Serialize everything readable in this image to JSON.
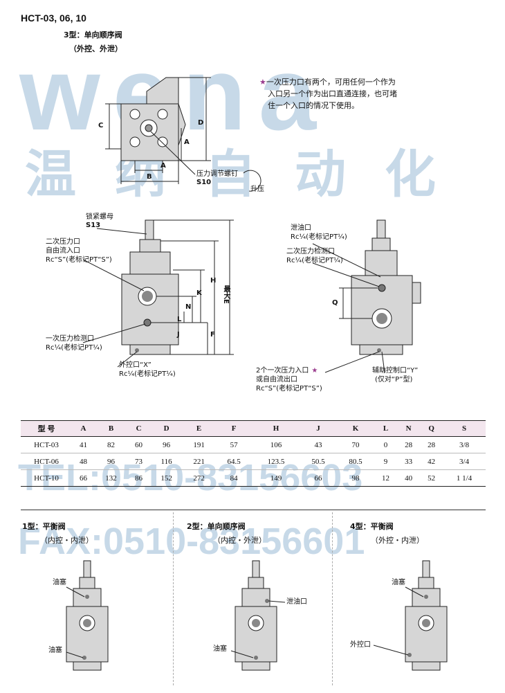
{
  "header": {
    "model": "HCT-03, 06, 10",
    "type_title": "3型：单向顺序阀",
    "type_sub": "（外控、外泄）"
  },
  "note": {
    "star": "★",
    "line1": "一次压力口有两个，可用任何一个作为",
    "line2": "入口另一个作为出口直通连接，也可堵",
    "line3": "住一个入口的情况下使用。"
  },
  "top_view": {
    "dim_a": "A",
    "dim_b": "B",
    "dim_c": "C",
    "dim_d": "D",
    "screw_label": "压力调节螺钉",
    "screw_size": "S10",
    "raise": "升压"
  },
  "side_view": {
    "locknut": "锁紧螺母",
    "locknut_size": "S13",
    "port2_1": "二次压力口",
    "port2_2": "自由流入口",
    "port2_3": "Rc“S”(老标记PT“S”)",
    "gauge1_1": "一次压力检测口",
    "gauge1_2": "Rc¼(老标记PT¼)",
    "ext_1": "外控口“X”",
    "ext_2": "Rc¼(老标记PT¼)",
    "dim_h": "H",
    "dim_k": "K",
    "dim_e": "最大E",
    "dim_l": "L",
    "dim_n": "N",
    "dim_j": "J",
    "dim_f": "F"
  },
  "front_view": {
    "drain_1": "泄油口",
    "drain_2": "Rc¼(老标记PT¼)",
    "gauge2_1": "二次压力检测口",
    "gauge2_2": "Rc¼(老标记PT¼)",
    "dim_q": "Q",
    "inlet_1": "2个一次压力入口",
    "inlet_star": "★",
    "inlet_2": "或自由流出口",
    "inlet_3": "Rc“S”(老标记PT“S”)",
    "aux_1": "辅助控制口“Y”",
    "aux_2": "(仅对“P”型)"
  },
  "table": {
    "headers": [
      "型 号",
      "A",
      "B",
      "C",
      "D",
      "E",
      "F",
      "H",
      "J",
      "K",
      "L",
      "N",
      "Q",
      "S"
    ],
    "rows": [
      [
        "HCT-03",
        "41",
        "82",
        "60",
        "96",
        "191",
        "57",
        "106",
        "43",
        "70",
        "0",
        "28",
        "28",
        "3/8"
      ],
      [
        "HCT-06",
        "48",
        "96",
        "73",
        "116",
        "221",
        "64.5",
        "123.5",
        "50.5",
        "80.5",
        "9",
        "33",
        "42",
        "3/4"
      ],
      [
        "HCT-10",
        "66",
        "132",
        "86",
        "152",
        "272",
        "84",
        "149",
        "66",
        "98",
        "12",
        "40",
        "52",
        "1 1/4"
      ]
    ]
  },
  "bottom": [
    {
      "title": "1型：平衡阀",
      "sub": "（内控・内泄）",
      "label_a": "油塞",
      "label_b": "油塞"
    },
    {
      "title": "2型：单向顺序阀",
      "sub": "（内控・外泄）",
      "label_a": "泄油口",
      "label_b": "油塞"
    },
    {
      "title": "4型：平衡阀",
      "sub": "（外控・内泄）",
      "label_a": "油塞",
      "label_b": "外控口"
    }
  ],
  "watermark": {
    "brand": "wena",
    "cn": "温纳自动化",
    "tel": "TEL:0510-83156603",
    "fax": "FAX:0510-83156601"
  }
}
